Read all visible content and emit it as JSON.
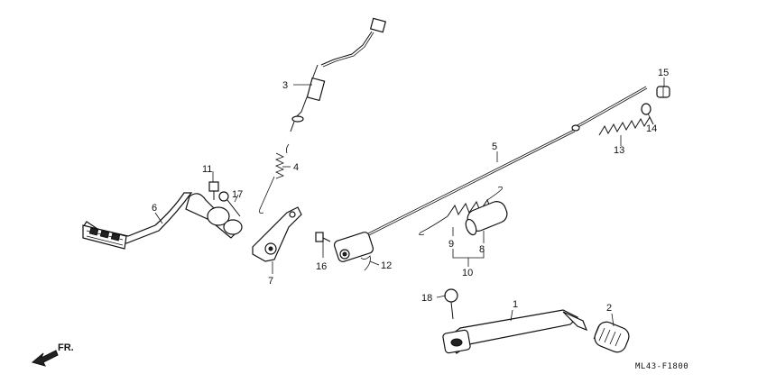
{
  "diagram": {
    "code": "ML43-F1800",
    "direction_label": "FR.",
    "callouts": {
      "p1": "1",
      "p2": "2",
      "p3": "3",
      "p4": "4",
      "p5": "5",
      "p6": "6",
      "p7": "7",
      "p8": "8",
      "p9": "9",
      "p10": "10",
      "p11": "11",
      "p12": "12",
      "p13": "13",
      "p14": "14",
      "p15": "15",
      "p16": "16",
      "p17": "17",
      "p18": "18"
    }
  }
}
